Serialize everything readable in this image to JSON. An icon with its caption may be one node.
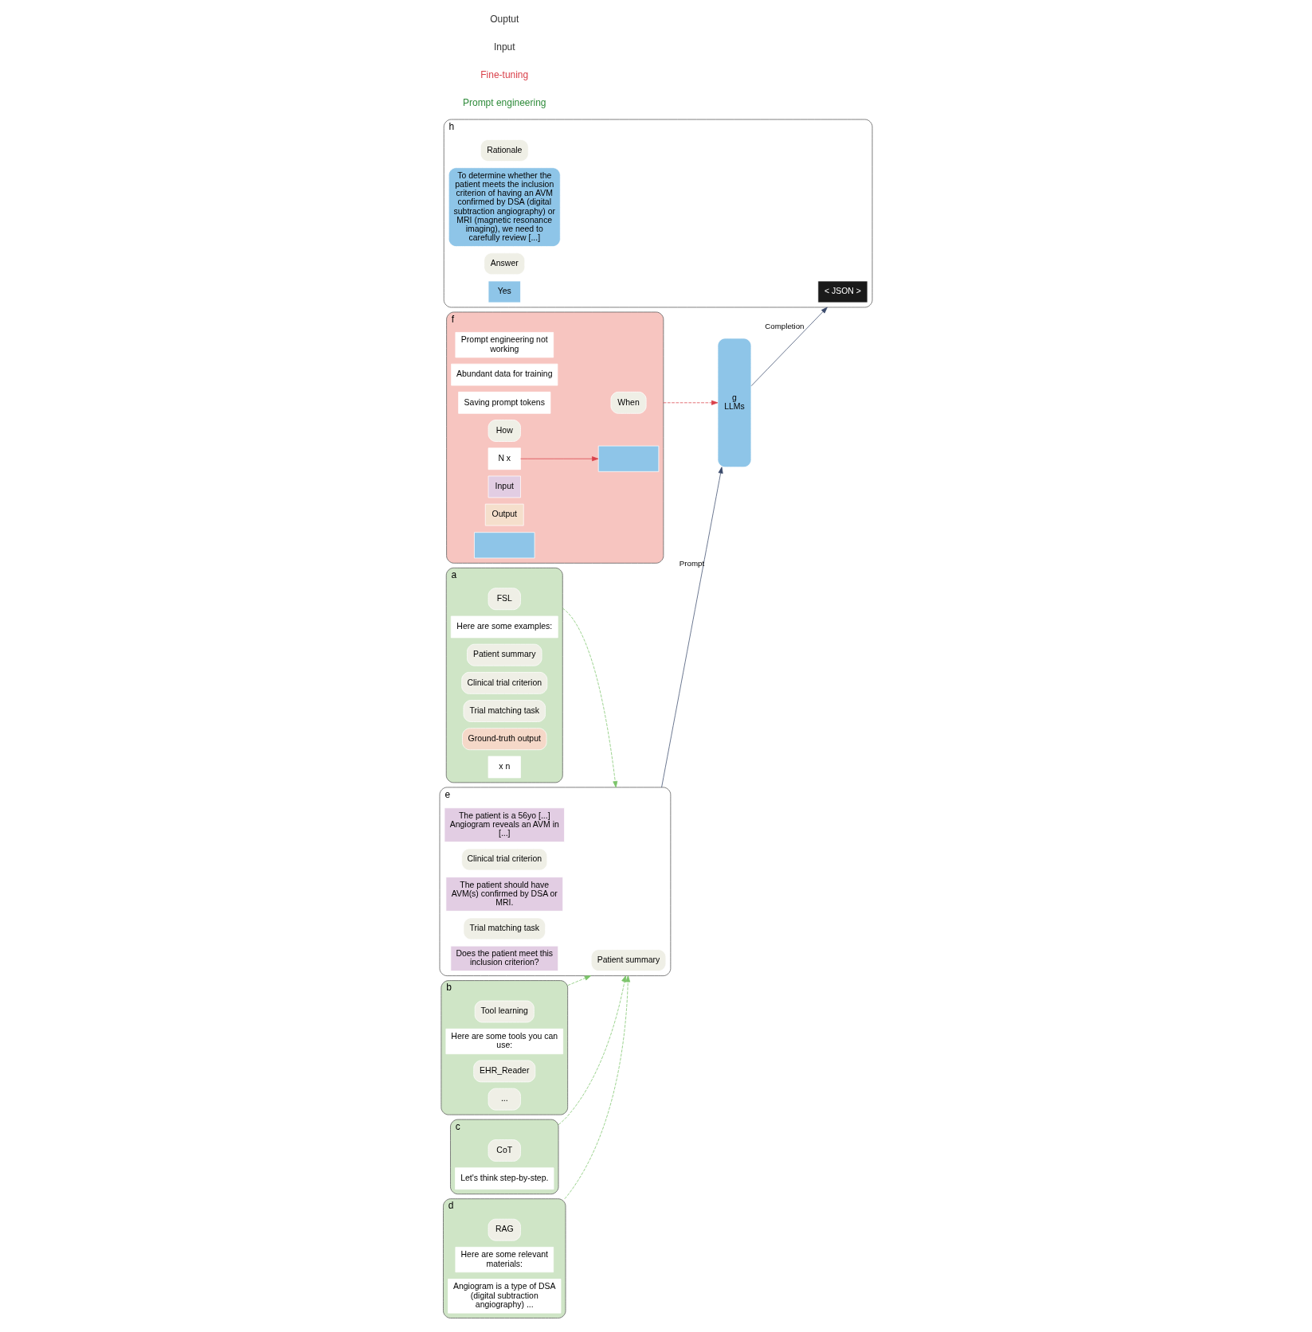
{
  "diagram": {
    "nodes": [
      {
        "text": [
          "a"
        ]
      },
      {
        "text": [
          "FSL"
        ],
        "in": 0
      },
      {
        "text": [
          "Here are some examples:"
        ],
        "in": 0
      },
      {
        "text": [
          "Patient summary"
        ],
        "in": 0
      },
      {
        "text": [
          "Clinical trial criterion"
        ],
        "in": 0
      },
      {
        "text": [
          "Trial matching task"
        ],
        "in": 0
      },
      {
        "text": [
          "Ground-truth output"
        ],
        "in": 0
      },
      {
        "text": [
          "x n"
        ],
        "in": 0
      },
      {
        "text": [
          "d"
        ]
      },
      {
        "text": [
          "RAG"
        ],
        "in": 8
      },
      {
        "text": [
          "Here are some relevant materials:"
        ],
        "in": 8
      },
      {
        "text": [
          "Angiogram is a type of DSA (digital subtraction angiography) ..."
        ],
        "in": 8
      },
      {
        "text": [
          "f"
        ]
      },
      {
        "text": [
          "When"
        ],
        "in": 12
      },
      {
        "text": [
          "Prompt engineering not working"
        ],
        "in": 12
      },
      {
        "text": [
          "Abundant data for training"
        ],
        "in": 12
      },
      {
        "text": [
          "Saving prompt tokens"
        ],
        "in": 12
      },
      {
        "text": [
          "How"
        ],
        "in": 12
      },
      {
        "text": [
          "N x"
        ],
        "in": 12
      },
      {
        "text": [
          "Input"
        ],
        "in": 12
      },
      {
        "text": [
          "Output"
        ],
        "in": 12
      },
      {
        "text": [],
        "shape": "box",
        "in": 12
      },
      {
        "text": [],
        "shape": "box",
        "in": 12
      },
      {
        "text": [
          "b"
        ]
      },
      {
        "text": [
          "Tool learning"
        ],
        "in": 23
      },
      {
        "text": [
          "Here are some tools you can use:"
        ],
        "in": 23
      },
      {
        "text": [
          "EHR_Reader"
        ],
        "in": 23
      },
      {
        "text": [
          "..."
        ],
        "in": 23
      },
      {
        "text": [
          "c"
        ]
      },
      {
        "text": [
          "CoT"
        ],
        "in": 28
      },
      {
        "text": [
          "Let's think step-by-step."
        ],
        "in": 28
      },
      {
        "text": [
          "e"
        ]
      },
      {
        "text": [
          "Patient summary"
        ],
        "in": 31
      },
      {
        "text": [
          "The patient is a 56yo [...] Angiogram reveals an AVM in [...]"
        ],
        "in": 31
      },
      {
        "text": [
          "Clinical trial criterion"
        ],
        "in": 31
      },
      {
        "text": [
          "The patient should have AVM(s) confirmed by DSA or MRI."
        ],
        "in": 31
      },
      {
        "text": [
          "Trial matching task"
        ],
        "in": 31
      },
      {
        "text": [
          "Does the patient meet this inclusion criterion?"
        ],
        "in": 31
      },
      {
        "text": [
          "g",
          "LLMs"
        ]
      },
      {
        "text": [
          "h"
        ]
      },
      {
        "text": [
          "< JSON >"
        ],
        "in": 39
      },
      {
        "text": [
          "Rationale"
        ],
        "in": 39
      },
      {
        "text": [
          "To determine whether the patient meets the inclusion criterion of having an AVM confirmed by DSA (digital subtraction angiography) or MRI (magnetic resonance imaging), we need to carefully review [...]"
        ],
        "in": 39
      },
      {
        "text": [
          "Answer"
        ],
        "in": 39
      },
      {
        "text": [
          "Yes"
        ],
        "in": 39
      }
    ],
    "edges": [
      {
        "from": 0,
        "to": 31,
        "arrow": "to",
        "style": "dashed"
      },
      {
        "from": 8,
        "to": 31,
        "arrow": "to",
        "style": "dashed"
      },
      {
        "from": 23,
        "to": 31,
        "arrow": "to",
        "style": "dashed"
      },
      {
        "from": 28,
        "to": 31,
        "arrow": "to",
        "style": "dashed"
      },
      {
        "from": 12,
        "to": 38,
        "arrow": "to",
        "style": "dashed",
        "color": "#d9414a"
      },
      {
        "from": 18,
        "to": 21,
        "arrow": "to",
        "color": "#d9414a"
      },
      {
        "from": 31,
        "to": 38,
        "arrow": "to",
        "label": "Prompt",
        "color": "#3a4a6b"
      },
      {
        "from": 38,
        "to": 39,
        "arrow": "to",
        "label": "Completion",
        "color": "#3a4a6b"
      }
    ],
    "labels": [
      "Prompt engineering",
      "Fine-tuning",
      "Input",
      "Ouptut"
    ]
  }
}
